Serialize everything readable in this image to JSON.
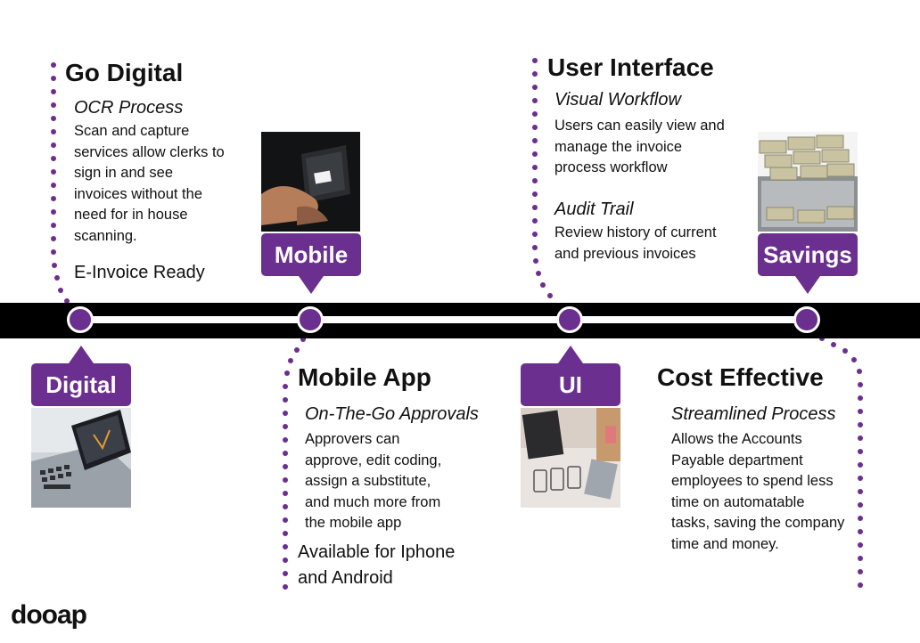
{
  "sections": {
    "digital": {
      "title": "Go Digital",
      "subtitle": "OCR Process",
      "body": "Scan and capture services allow clerks to sign in and see invoices without the need for in house scanning.",
      "extra": "E-Invoice Ready",
      "label": "Digital"
    },
    "mobile": {
      "label": "Mobile",
      "title": "Mobile App",
      "subtitle": "On-The-Go Approvals",
      "body": "Approvers can approve, edit coding, assign a substitute, and much more from the mobile app",
      "extra": "Available for Iphone and Android"
    },
    "ui": {
      "title": "User Interface",
      "subtitle1": "Visual Workflow",
      "body1": "Users can easily view and manage the invoice process workflow",
      "subtitle2": "Audit Trail",
      "body2": "Review history of current and previous invoices",
      "label": "UI"
    },
    "savings": {
      "label": "Savings",
      "title": "Cost Effective",
      "subtitle": "Streamlined Process",
      "body": "Allows the Accounts Payable department employees to spend less time on automatable tasks, saving the company time and money."
    }
  },
  "brand": {
    "logo": "dooap",
    "accent": "#6b2f8f"
  }
}
